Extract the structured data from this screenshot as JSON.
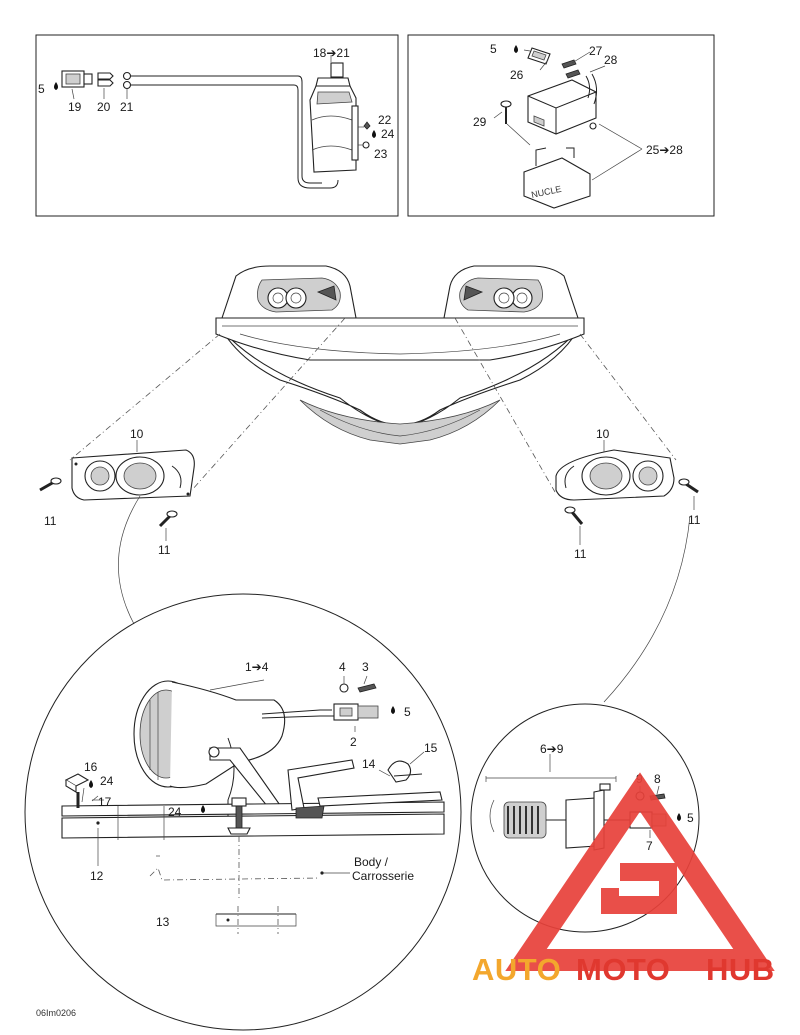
{
  "labels": {
    "l5a": "5",
    "l19": "19",
    "l20": "20",
    "l21a": "21",
    "l18_21": "18➔21",
    "l22": "22",
    "l24a": "24",
    "l23": "23",
    "l5b": "5",
    "l26": "26",
    "l27": "27",
    "l28": "28",
    "l29": "29",
    "l25_28": "25➔28",
    "l10a": "10",
    "l10b": "10",
    "l11a": "11",
    "l11b": "11",
    "l11c": "11",
    "l11d": "11",
    "l1_4": "1➔4",
    "l4": "4",
    "l3": "3",
    "l5c": "5",
    "l2": "2",
    "l16": "16",
    "l24b": "24",
    "l17": "17",
    "l24c": "24",
    "l12": "12",
    "l14": "14",
    "l15": "15",
    "body_line1": "Body /",
    "body_line2": "Carrosserie",
    "l13": "13",
    "l6_9": "6➔9",
    "l9": "9",
    "l8": "8",
    "l5d": "5",
    "l7": "7",
    "battery_mark": "NUCLE",
    "doc_code": "06Im0206"
  },
  "watermark": {
    "auto": "AUTO",
    "moto": "MOTO",
    "hub": "HUB",
    "color_auto": "#f3a72d",
    "color_moto": "#e0382f",
    "color_hub": "#e0382f",
    "triangle_color": "#e8413a"
  }
}
